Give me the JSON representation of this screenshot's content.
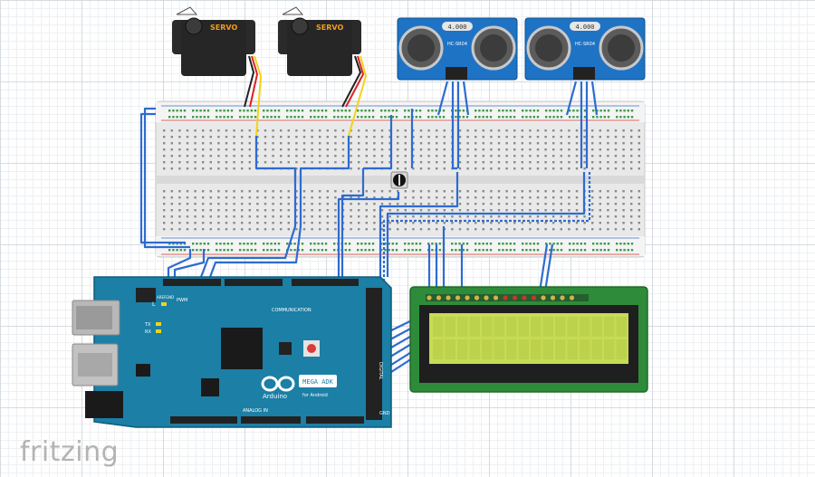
{
  "app": {
    "brand": "fritzing"
  },
  "servos": [
    {
      "label": "SERVO"
    },
    {
      "label": "SERVO"
    }
  ],
  "sensors": [
    {
      "crystal": "4.000",
      "model": "HC-SR04"
    },
    {
      "crystal": "4.000",
      "model": "HC-SR04"
    }
  ],
  "board": {
    "model": "MEGA ADK",
    "subtitle": "for Android",
    "logo_text": "Arduino",
    "section_communication": "COMMUNICATION",
    "section_analog": "ANALOG IN",
    "section_digital": "DIGITAL",
    "section_pwm": "PWM",
    "label_tx": "TX",
    "label_rx": "RX",
    "label_l": "L",
    "label_gnd": "GND",
    "label_aref": "AREF",
    "label_gnd_top": "GND"
  },
  "colors": {
    "board": "#1b7fa6",
    "wire": "#2d6bd1",
    "sensor": "#1f73c4",
    "lcd_pcb": "#2e8b3a",
    "lcd_screen": "#c7db55",
    "breadboard": "#e8e8e8"
  }
}
